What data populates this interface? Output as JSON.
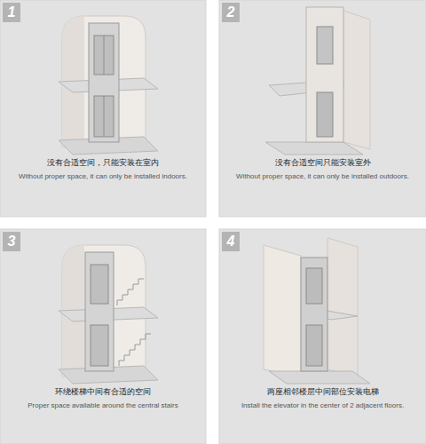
{
  "diagram": {
    "nodes": [
      {
        "text": [
          "没有合适空间，只能安装在室内",
          "Without proper space, it can only be installed indoors."
        ]
      },
      {
        "text": [
          "1"
        ],
        "in": 0
      },
      {
        "text": [
          "没有合适空间只能安装室外",
          "Without proper space, it can only be installed outdoors."
        ]
      },
      {
        "text": [
          "2"
        ],
        "in": 2
      },
      {
        "text": [
          "环绕楼梯中间有合适的空间",
          "Proper space available around the central stairs"
        ]
      },
      {
        "text": [
          "3"
        ],
        "in": 4
      },
      {
        "text": [
          "两座相邻楼层中间部位安装电梯",
          "Install the elevator in the center of 2 adjacent floors."
        ]
      },
      {
        "text": [
          "4"
        ],
        "in": 6
      }
    ]
  }
}
